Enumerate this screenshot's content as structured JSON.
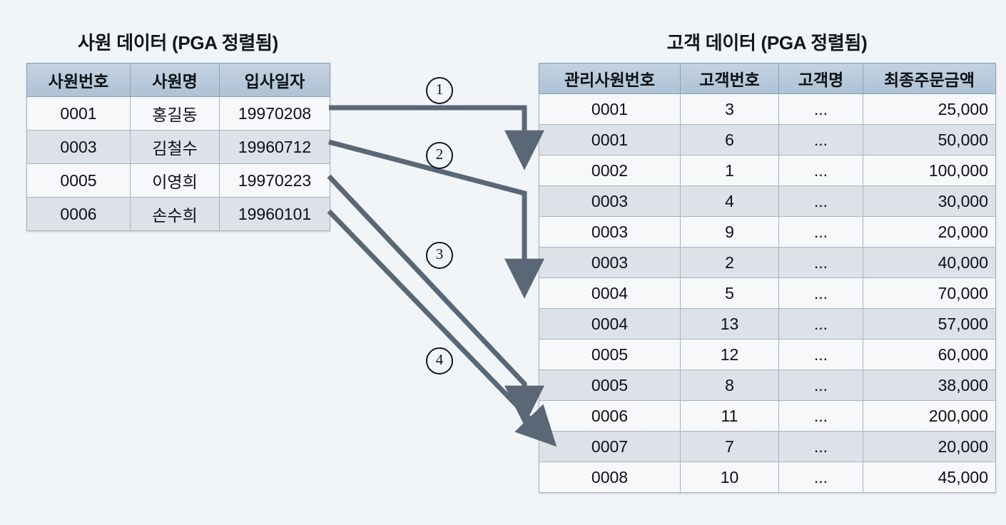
{
  "background_color": "#f2f5f8",
  "arrow_color": "#5a6776",
  "header_color": "#b8cadb",
  "panels": {
    "left": {
      "title": "사원 데이터 (PGA 정렬됨)",
      "columns": [
        "사원번호",
        "사원명",
        "입사일자"
      ],
      "rows": [
        [
          "0001",
          "홍길동",
          "19970208"
        ],
        [
          "0003",
          "김철수",
          "19960712"
        ],
        [
          "0005",
          "이영희",
          "19970223"
        ],
        [
          "0006",
          "손수희",
          "19960101"
        ]
      ]
    },
    "right": {
      "title": "고객 데이터 (PGA 정렬됨)",
      "columns": [
        "관리사원번호",
        "고객번호",
        "고객명",
        "최종주문금액"
      ],
      "rows": [
        [
          "0001",
          "3",
          "...",
          "25,000"
        ],
        [
          "0001",
          "6",
          "...",
          "50,000"
        ],
        [
          "0002",
          "1",
          "...",
          "100,000"
        ],
        [
          "0003",
          "4",
          "...",
          "30,000"
        ],
        [
          "0003",
          "9",
          "...",
          "20,000"
        ],
        [
          "0003",
          "2",
          "...",
          "40,000"
        ],
        [
          "0004",
          "5",
          "...",
          "70,000"
        ],
        [
          "0004",
          "13",
          "...",
          "57,000"
        ],
        [
          "0005",
          "12",
          "...",
          "60,000"
        ],
        [
          "0005",
          "8",
          "...",
          "38,000"
        ],
        [
          "0006",
          "11",
          "...",
          "200,000"
        ],
        [
          "0007",
          "7",
          "...",
          "20,000"
        ],
        [
          "0008",
          "10",
          "...",
          "45,000"
        ]
      ]
    }
  },
  "steps": [
    {
      "label": "①",
      "digit": "1"
    },
    {
      "label": "②",
      "digit": "2"
    },
    {
      "label": "③",
      "digit": "3"
    },
    {
      "label": "④",
      "digit": "4"
    }
  ]
}
